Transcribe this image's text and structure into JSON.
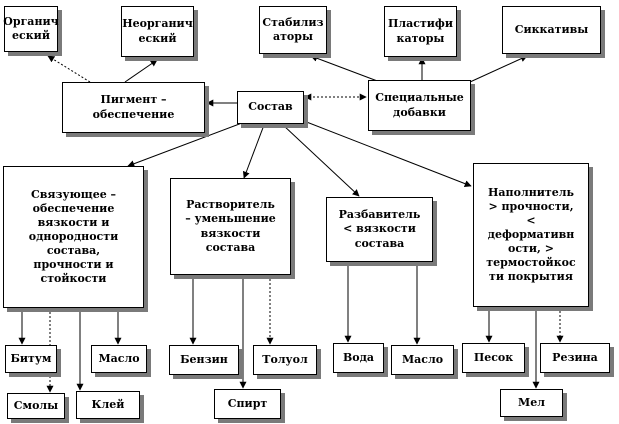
{
  "nodes": {
    "organic": "Органич\nеский",
    "inorganic": "Неорганич\nеский",
    "stabilizers": "Стабилиз\nаторы",
    "plasticizers": "Пластифи\nкаторы",
    "siccatives": "Сиккативы",
    "pigment": "Пигмент –\nобеспечение",
    "composition": "Состав",
    "special_additives": "Специальные\nдобавки",
    "binder": "Связующее –\nобеспечение\nвязкости и\nоднородности\nсостава,\nпрочности и\nстойкости",
    "solvent": "Растворитель\n– уменьшение\nвязкости\nсостава",
    "diluent": "Разбавитель\n< вязкости\nсостава",
    "filler": "Наполнитель\n> прочности,\n<\nдеформативн\nости, >\nтермостойкос\nти покрытия",
    "bitumen": "Битум",
    "oil_binder": "Масло",
    "resins": "Смолы",
    "glue": "Клей",
    "gasoline": "Бензин",
    "toluene": "Толуол",
    "alcohol": "Спирт",
    "water": "Вода",
    "oil_diluent": "Масло",
    "sand": "Песок",
    "rubber": "Резина",
    "chalk": "Мел"
  }
}
